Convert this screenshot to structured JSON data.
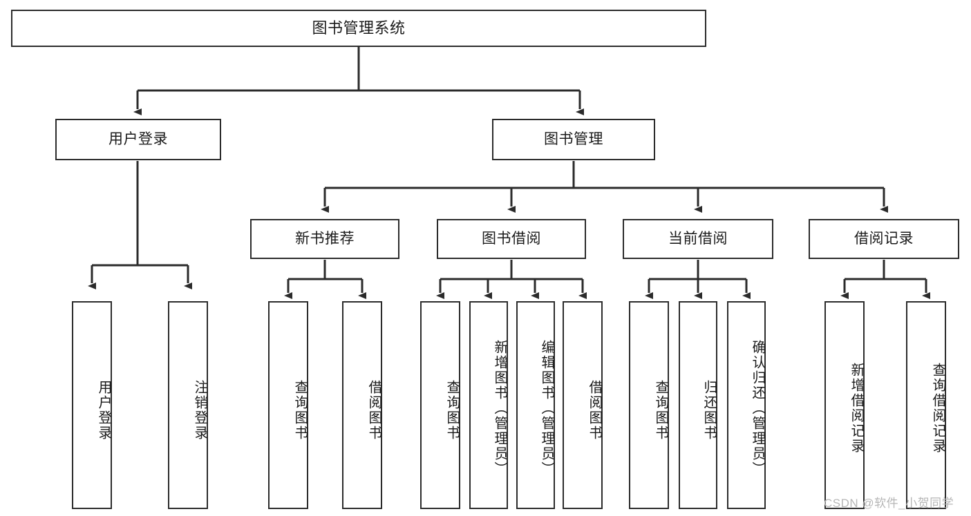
{
  "diagram": {
    "title": "图书管理系统",
    "type": "functional-structure-tree",
    "watermark": "CSDN @软件_小贺同学",
    "colors": {
      "background": "#ffffff",
      "node_border": "#2b2b2b",
      "node_fill": "#ffffff",
      "edge": "#2b2b2b",
      "text": "#1a1a1a",
      "watermark": "#b6b6b6"
    },
    "levels": {
      "level1": [
        "图书管理系统"
      ],
      "level2": [
        "用户登录",
        "图书管理"
      ],
      "level3": [
        "新书推荐",
        "图书借阅",
        "当前借阅",
        "借阅记录"
      ],
      "level4": [
        "用户登录",
        "注销登录",
        "查询图书",
        "借阅图书",
        "查询图书",
        "新增图书（管理员）",
        "编辑图书（管理员）",
        "借阅图书",
        "查询图书",
        "归还图书",
        "确认归还（管理员）",
        "新增借阅记录",
        "查询借阅记录"
      ]
    },
    "nodes": {
      "root": {
        "label": "图书管理系统"
      },
      "user_login": {
        "label": "用户登录"
      },
      "book_manage": {
        "label": "图书管理"
      },
      "new_book_rec": {
        "label": "新书推荐"
      },
      "book_borrow": {
        "label": "图书借阅"
      },
      "current_borrow": {
        "label": "当前借阅"
      },
      "borrow_record": {
        "label": "借阅记录"
      },
      "leaf_user_login": {
        "label": "用户登录"
      },
      "leaf_logout": {
        "label": "注销登录"
      },
      "leaf_query_book_1": {
        "label": "查询图书"
      },
      "leaf_borrow_book_1": {
        "label": "借阅图书"
      },
      "leaf_query_book_2": {
        "label": "查询图书"
      },
      "leaf_add_book": {
        "label": "新增图书（管理员）"
      },
      "leaf_edit_book": {
        "label": "编辑图书（管理员）"
      },
      "leaf_borrow_book_2": {
        "label": "借阅图书"
      },
      "leaf_query_book_3": {
        "label": "查询图书"
      },
      "leaf_return_book": {
        "label": "归还图书"
      },
      "leaf_confirm_return": {
        "label": "确认归还（管理员）"
      },
      "leaf_add_record": {
        "label": "新增借阅记录"
      },
      "leaf_query_record": {
        "label": "查询借阅记录"
      }
    },
    "edges": [
      {
        "from": "root",
        "to": "user_login"
      },
      {
        "from": "root",
        "to": "book_manage"
      },
      {
        "from": "user_login",
        "to": "leaf_user_login"
      },
      {
        "from": "user_login",
        "to": "leaf_logout"
      },
      {
        "from": "book_manage",
        "to": "new_book_rec"
      },
      {
        "from": "book_manage",
        "to": "book_borrow"
      },
      {
        "from": "book_manage",
        "to": "current_borrow"
      },
      {
        "from": "book_manage",
        "to": "borrow_record"
      },
      {
        "from": "new_book_rec",
        "to": "leaf_query_book_1"
      },
      {
        "from": "new_book_rec",
        "to": "leaf_borrow_book_1"
      },
      {
        "from": "book_borrow",
        "to": "leaf_query_book_2"
      },
      {
        "from": "book_borrow",
        "to": "leaf_add_book"
      },
      {
        "from": "book_borrow",
        "to": "leaf_edit_book"
      },
      {
        "from": "book_borrow",
        "to": "leaf_borrow_book_2"
      },
      {
        "from": "current_borrow",
        "to": "leaf_query_book_3"
      },
      {
        "from": "current_borrow",
        "to": "leaf_return_book"
      },
      {
        "from": "current_borrow",
        "to": "leaf_confirm_return"
      },
      {
        "from": "borrow_record",
        "to": "leaf_add_record"
      },
      {
        "from": "borrow_record",
        "to": "leaf_query_record"
      }
    ]
  }
}
